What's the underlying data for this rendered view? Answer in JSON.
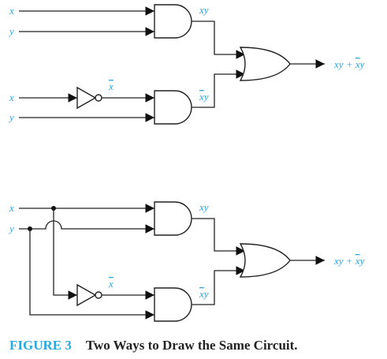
{
  "diagram": {
    "top_circuit": {
      "input_x1": "x",
      "input_y1": "y",
      "input_x2": "x",
      "input_y2": "y",
      "inverter_output": "x",
      "and1_output": "xy",
      "and2_output": "xy",
      "or_output": "xy + xy"
    },
    "bottom_circuit": {
      "input_x": "x",
      "input_y": "y",
      "inverter_output": "x",
      "and1_output": "xy",
      "and2_output": "xy",
      "or_output": "xy + xy"
    }
  },
  "caption": {
    "figure_label": "FIGURE 3",
    "title": "Two Ways to Draw the Same Circuit."
  },
  "colors": {
    "label_accent": "#29a9e0",
    "wire": "#222222"
  }
}
